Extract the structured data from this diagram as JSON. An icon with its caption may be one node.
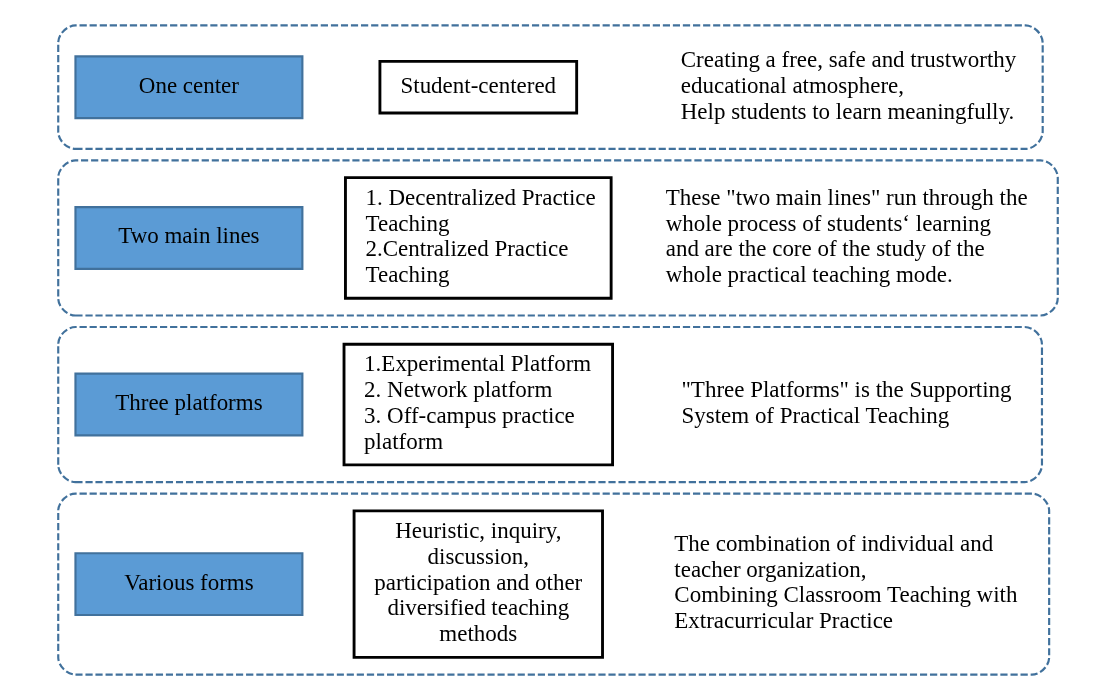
{
  "diagram": {
    "nodes": [
      {
        "text": [],
        "shape": "band"
      },
      {
        "text": [
          "One center"
        ],
        "in": 0
      },
      {
        "text": [
          "Student-centered"
        ],
        "in": 0,
        "beside": [
          "Creating a free, safe and trustworthy educational atmosphere,",
          "Help students to learn meaningfully."
        ]
      },
      {
        "text": [],
        "shape": "band"
      },
      {
        "text": [
          "Two main lines"
        ],
        "in": 3
      },
      {
        "text": [
          "1. Decentralized Practice Teaching",
          "2.Centralized Practice Teaching"
        ],
        "in": 3,
        "beside": [
          "These \"two main lines\" run through the whole process of students‘ learning and are the core of the study of the whole practical teaching mode."
        ]
      },
      {
        "text": [],
        "shape": "band"
      },
      {
        "text": [
          "Three platforms"
        ],
        "in": 6
      },
      {
        "text": [
          "1.Experimental Platform",
          "2. Network platform",
          "3. Off-campus practice platform"
        ],
        "in": 6,
        "beside": [
          "\"Three Platforms\" is the Supporting System of Practical Teaching"
        ]
      },
      {
        "text": [],
        "shape": "band"
      },
      {
        "text": [
          "Various forms"
        ],
        "in": 9
      },
      {
        "text": [
          "Heuristic, inquiry, discussion, participation and other diversified teaching methods"
        ],
        "in": 9,
        "beside": [
          "The combination of individual and teacher organization,",
          "Combining Classroom Teaching with Extracurricular Practice"
        ]
      }
    ]
  }
}
